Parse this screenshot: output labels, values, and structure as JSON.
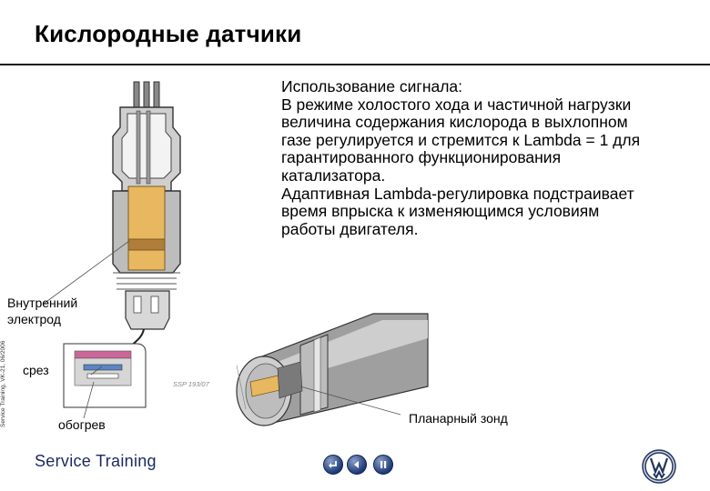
{
  "page": {
    "title": "Кислородные датчики",
    "side_caption": "Service Training, VK-21, 06/2006"
  },
  "description": {
    "text": "Использование сигнала:\nВ режиме холостого хода и частичной нагрузки\nвеличина содержания кислорода в выхлопном\nгазе регулируется и стремится к Lambda = 1 для\nгарантированного функционирования\nкатализатора.\nАдаптивная  Lambda-регулировка подстраивает\nвремя  впрыска к изменяющимся условиям\nработы двигателя."
  },
  "labels": {
    "inner_electrode": "Внутренний\nэлектрод",
    "cut": "срез",
    "heating": "обогрев",
    "planar_probe": "Планарный зонд",
    "ssp_code": "SSP 193/07"
  },
  "footer": {
    "brand": "Service Training"
  },
  "nav": {
    "return_icon": "return-icon",
    "back_icon": "back-arrow-icon",
    "pause_icon": "pause-icon"
  },
  "colors": {
    "accent_navy": "#1e3a78",
    "ceramic_orange": "#e8b860",
    "metal_gray": "#b9b9b9"
  }
}
